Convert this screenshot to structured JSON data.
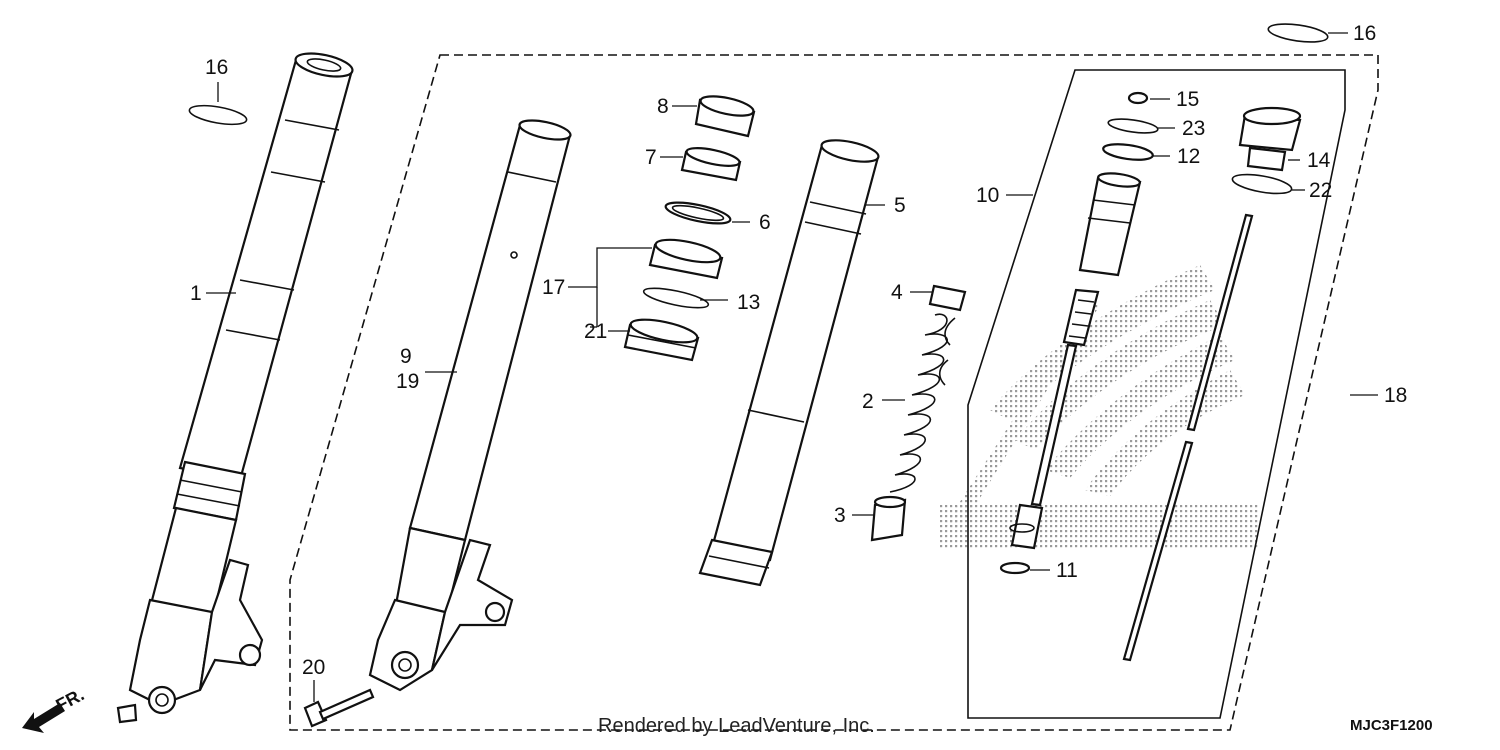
{
  "diagram": {
    "callouts": [
      {
        "id": "c1",
        "label": "1"
      },
      {
        "id": "c2",
        "label": "2"
      },
      {
        "id": "c3",
        "label": "3"
      },
      {
        "id": "c4",
        "label": "4"
      },
      {
        "id": "c5",
        "label": "5"
      },
      {
        "id": "c6",
        "label": "6"
      },
      {
        "id": "c7",
        "label": "7"
      },
      {
        "id": "c8",
        "label": "8"
      },
      {
        "id": "c9",
        "label": "9"
      },
      {
        "id": "c19",
        "label": "19"
      },
      {
        "id": "c10",
        "label": "10"
      },
      {
        "id": "c11",
        "label": "11"
      },
      {
        "id": "c12",
        "label": "12"
      },
      {
        "id": "c13",
        "label": "13"
      },
      {
        "id": "c14",
        "label": "14"
      },
      {
        "id": "c15",
        "label": "15"
      },
      {
        "id": "c16a",
        "label": "16"
      },
      {
        "id": "c16b",
        "label": "16"
      },
      {
        "id": "c17",
        "label": "17"
      },
      {
        "id": "c18",
        "label": "18"
      },
      {
        "id": "c20",
        "label": "20"
      },
      {
        "id": "c21",
        "label": "21"
      },
      {
        "id": "c22",
        "label": "22"
      },
      {
        "id": "c23",
        "label": "23"
      }
    ],
    "front_indicator": "FR.",
    "footer_text": "Rendered by LeadVenture, Inc.",
    "diagram_code": "MJC3F1200",
    "colors": {
      "line": "#111111",
      "background": "#ffffff",
      "watermark": "#9a9a9a"
    }
  }
}
